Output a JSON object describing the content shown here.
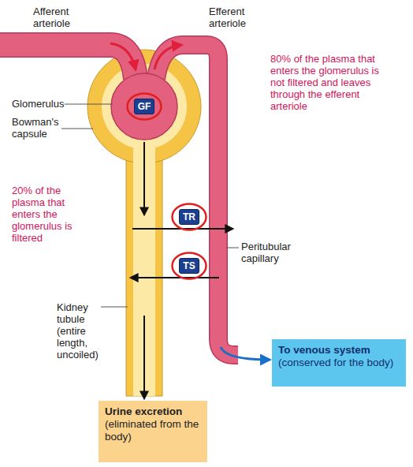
{
  "diagram": {
    "nodes": [
      {
        "text": [
          "GF"
        ]
      },
      {
        "text": [
          "TR"
        ]
      },
      {
        "text": [
          "TS"
        ]
      },
      {
        "text": [
          "To venous system",
          "(conserved for the body)"
        ]
      },
      {
        "text": [
          "Urine excretion",
          "(eliminated from the body)"
        ]
      }
    ],
    "labels": [
      "Afferent arteriole",
      "Efferent arteriole",
      "80% of the plasma that enters the glomerulus is not filtered and leaves through the efferent arteriole",
      "Glomerulus",
      "Bowman's capsule",
      "20% of the plasma that enters the glomerulus is filtered",
      "Peritubular capillary",
      "Kidney tubule (entire length, uncoiled)"
    ]
  }
}
